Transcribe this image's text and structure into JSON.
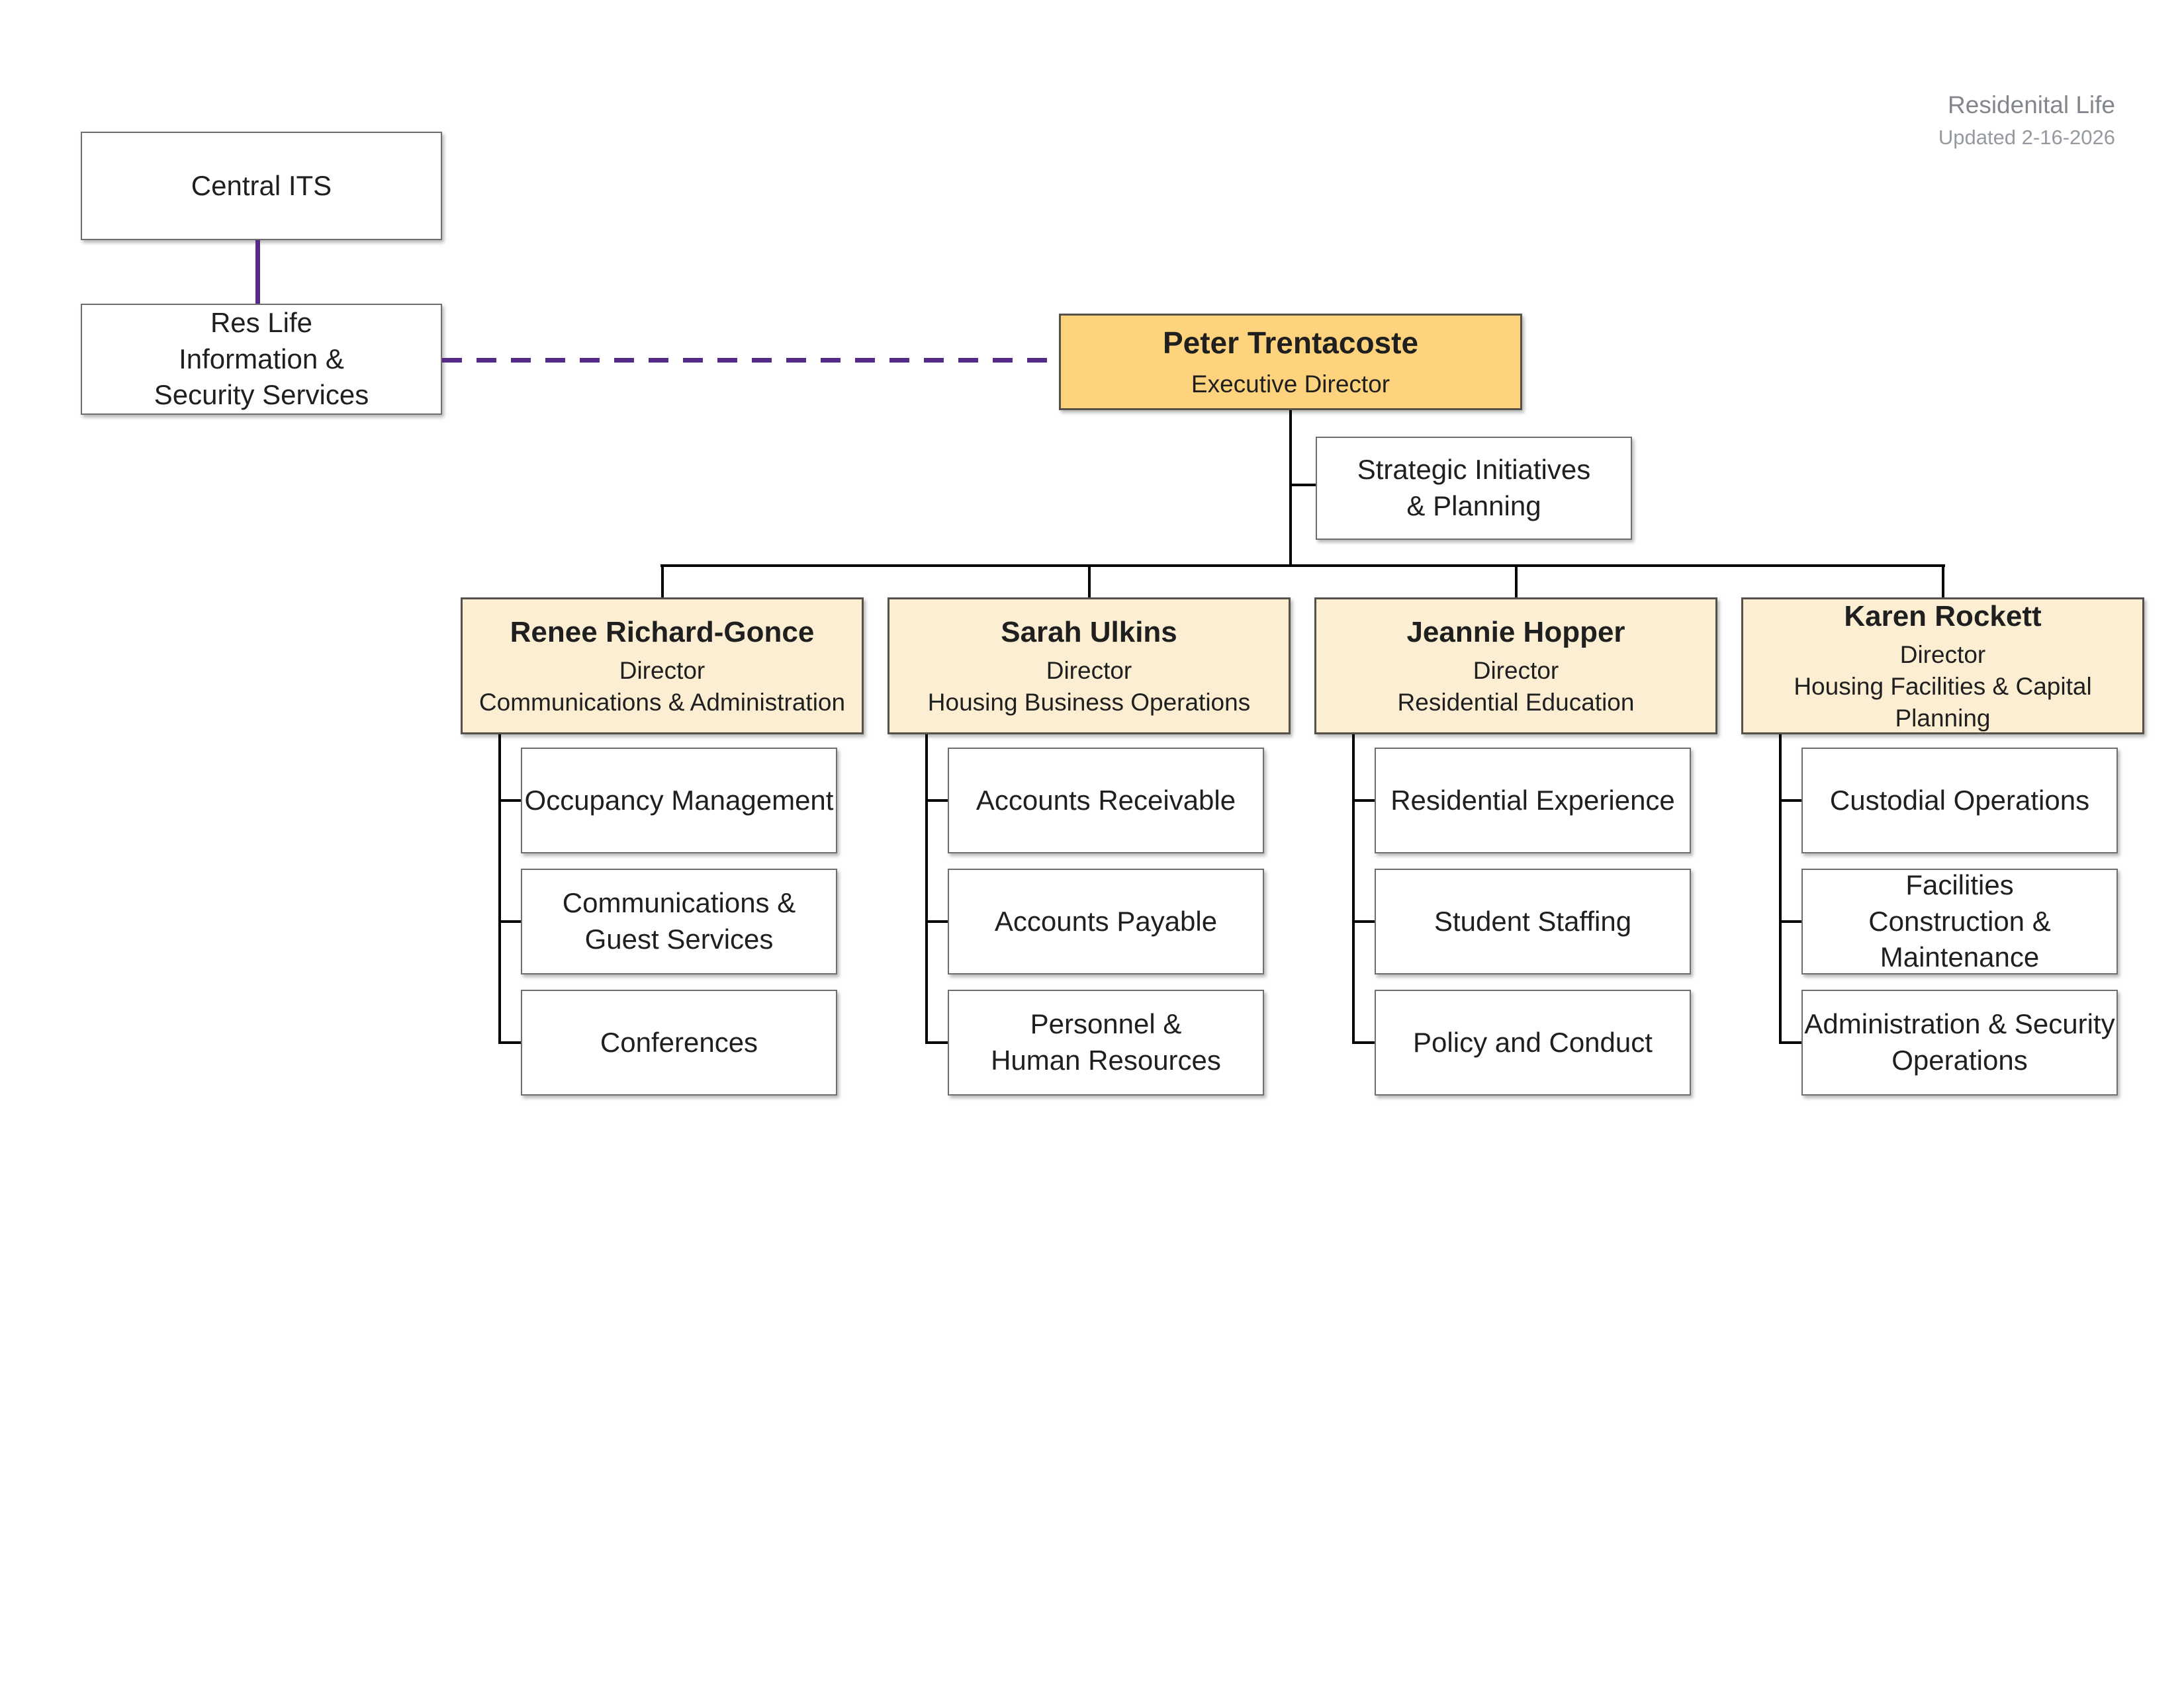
{
  "meta": {
    "title": "Residenital Life",
    "updated": "Updated 2-16-2026"
  },
  "colors": {
    "executive_fill": "#FDD37E",
    "director_fill": "#FCEED2",
    "purple_connector": "#552B87",
    "tree_line": "#000000"
  },
  "external_units": {
    "central_its": {
      "label": "Central ITS"
    },
    "res_life_security": {
      "label": "Res Life\nInformation &\nSecurity Services"
    }
  },
  "executive": {
    "name": "Peter Trentacoste",
    "title": "Executive Director"
  },
  "staff_office": {
    "label": "Strategic Initiatives\n& Planning"
  },
  "directors": [
    {
      "name": "Renee Richard-Gonce",
      "title": "Director",
      "department": "Communications & Administration",
      "units": [
        "Occupancy Management",
        "Communications &\nGuest Services",
        "Conferences"
      ]
    },
    {
      "name": "Sarah Ulkins",
      "title": "Director",
      "department": "Housing Business Operations",
      "units": [
        "Accounts Receivable",
        "Accounts Payable",
        "Personnel &\nHuman Resources"
      ]
    },
    {
      "name": "Jeannie Hopper",
      "title": "Director",
      "department": "Residential Education",
      "units": [
        "Residential Experience",
        "Student Staffing",
        "Policy and Conduct"
      ]
    },
    {
      "name": "Karen Rockett",
      "title": "Director",
      "department": "Housing Facilities & Capital Planning",
      "units": [
        "Custodial Operations",
        "Facilities\nConstruction & Maintenance",
        "Administration & Security\nOperations"
      ]
    }
  ]
}
